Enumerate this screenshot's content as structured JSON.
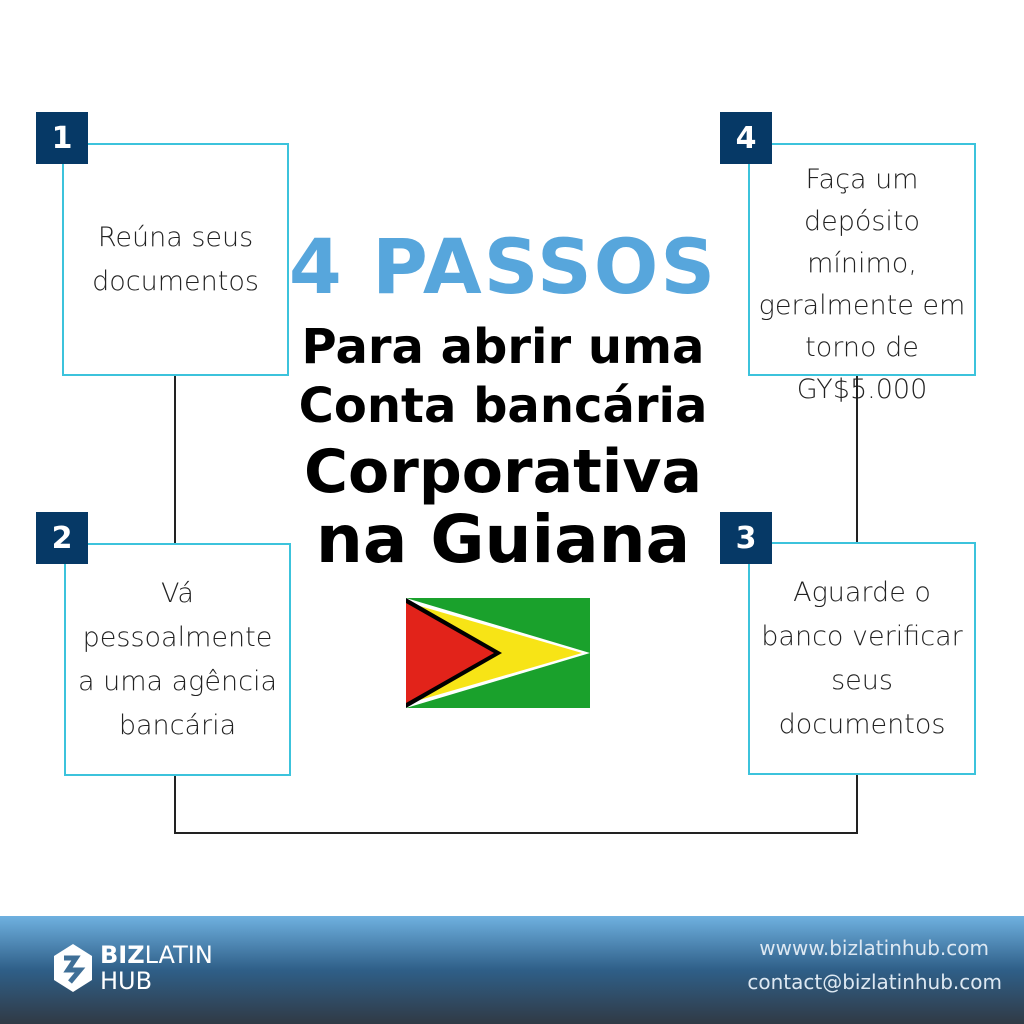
{
  "title": {
    "main": "4 PASSOS",
    "line1": "Para abrir uma",
    "line2": "Conta bancária",
    "line3": "Corporativa",
    "line4": "na Guiana"
  },
  "steps": [
    {
      "number": "1",
      "text": "Reúna seus documentos"
    },
    {
      "number": "2",
      "text": "Vá pessoalmente a uma agência bancária"
    },
    {
      "number": "3",
      "text": "Aguarde o banco verificar seus documentos"
    },
    {
      "number": "4",
      "text": "Faça um depósito mínimo, geralmente em torno de GY$5.000"
    }
  ],
  "footer": {
    "logo_bold": "BIZ",
    "logo_light": "LATIN",
    "logo_line2": "HUB",
    "website": "wwww.bizlatinhub.com",
    "email": "contact@bizlatinhub.com"
  },
  "colors": {
    "accent": "#57a6dc",
    "badge": "#063966",
    "border": "#3cc3dc"
  }
}
